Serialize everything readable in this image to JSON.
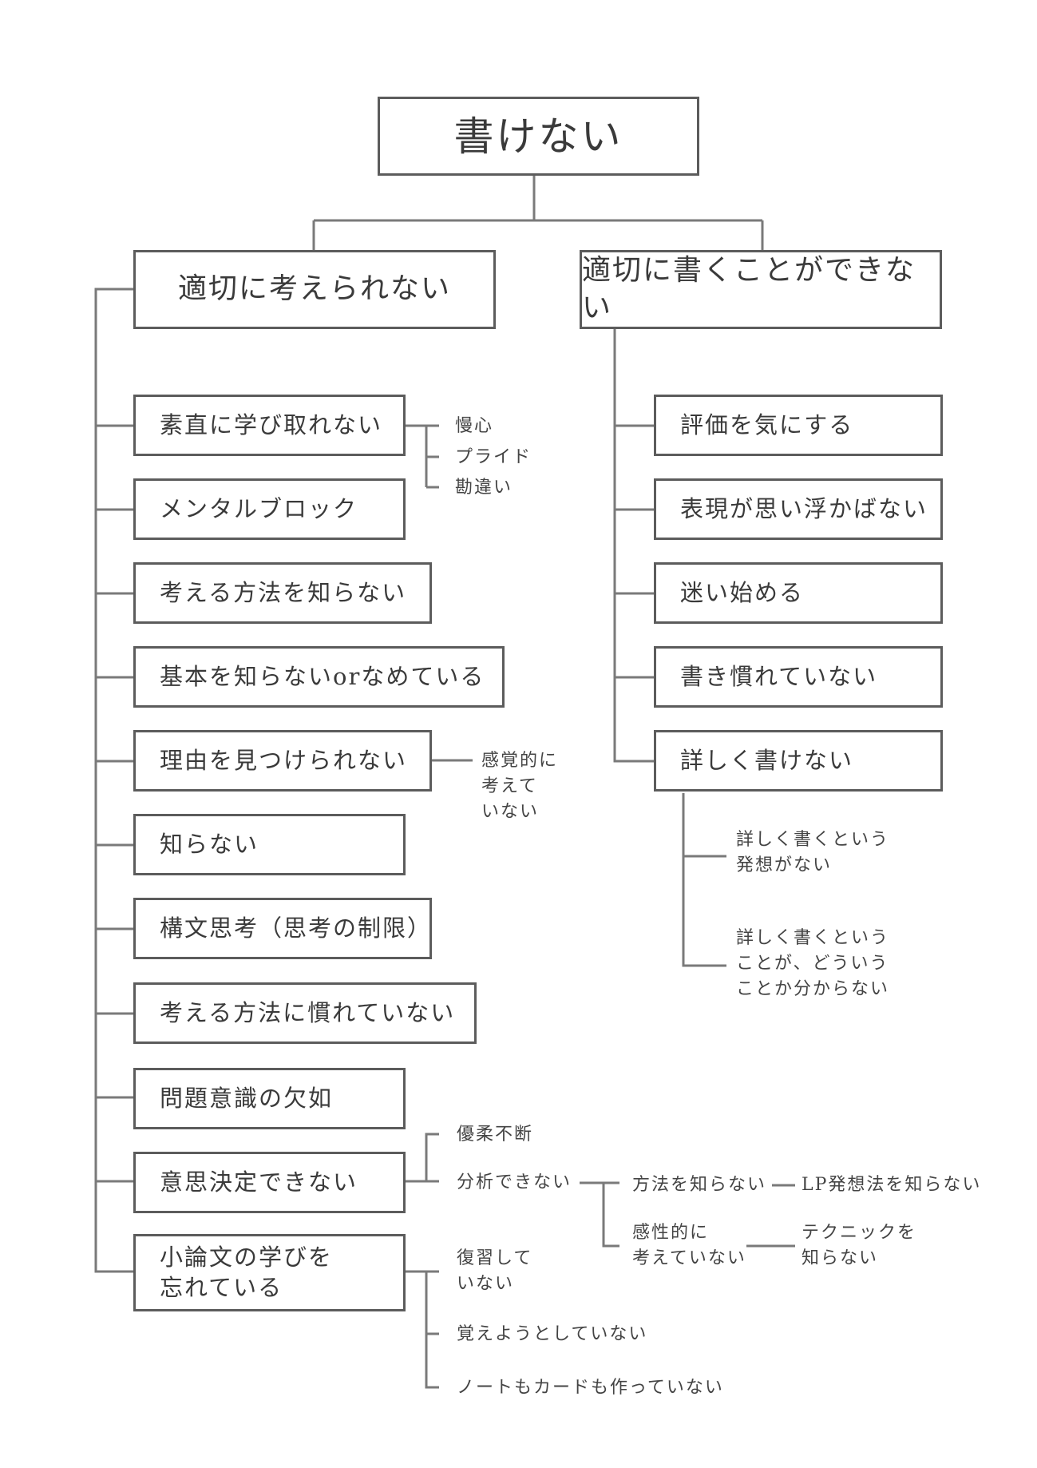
{
  "root": {
    "label": "書けない"
  },
  "left": {
    "title": "適切に考えられない",
    "items": [
      "素直に学び取れない",
      "メンタルブロック",
      "考える方法を知らない",
      "基本を知らないorなめている",
      "理由を見つけられない",
      "知らない",
      "構文思考（思考の制限）",
      "考える方法に慣れていない",
      "問題意識の欠如",
      "意思決定できない",
      "小論文の学びを\n忘れている"
    ],
    "notes": {
      "pride": [
        "慢心",
        "プライド",
        "勘違い"
      ],
      "reason": "感覚的に\n考えて\nいない",
      "decision": {
        "indecisive": "優柔不断",
        "cannot_analyze": "分析できない",
        "method": "方法を知らない",
        "lp": "LP発想法を知らない",
        "sensory": "感性的に\n考えていない",
        "technique": "テクニックを\n知らない"
      },
      "essay": [
        "復習して\nいない",
        "覚えようとしていない",
        "ノートもカードも作っていない"
      ]
    }
  },
  "right": {
    "title": "適切に書くことができない",
    "items": [
      "評価を気にする",
      "表現が思い浮かばない",
      "迷い始める",
      "書き慣れていない",
      "詳しく書けない"
    ],
    "notes": [
      "詳しく書くという\n発想がない",
      "詳しく書くという\nことが、どういう\nことか分からない"
    ]
  }
}
